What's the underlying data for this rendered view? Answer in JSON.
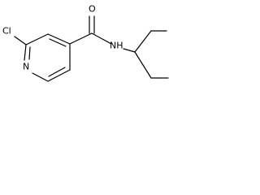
{
  "molecule": {
    "atoms": {
      "chlorine": "Cl",
      "ring_nitrogen": "N",
      "amide_nitrogen": "NH",
      "carbonyl_oxygen": "O"
    }
  },
  "colors": {
    "bond": "#000000",
    "label": "#000000",
    "background": "#ffffff"
  }
}
